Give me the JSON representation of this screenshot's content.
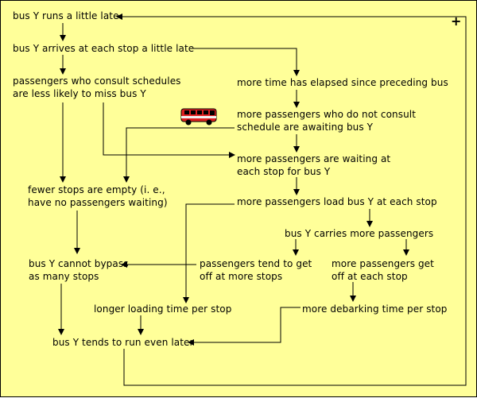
{
  "loop_sign": "+",
  "nodes": {
    "n1": "bus Y runs a little late",
    "n2": "bus Y arrives at each stop a little late",
    "n3a": "passengers who consult schedules",
    "n3b": "are  less  likely to miss bus Y",
    "n4": "more time has elapsed since preceding bus",
    "n5a": "more  passengers who do not consult",
    "n5b": "schedule are awaiting bus Y",
    "n6a": "more passengers are waiting at",
    "n6b": "each stop for bus  Y",
    "n7a": "fewer stops are empty  (i. e.,",
    "n7b": "have  no passengers waiting)",
    "n8": "more passengers load bus Y at each stop",
    "n9": "bus Y carries  more  passengers",
    "n10a": "bus Y cannot bypass",
    "n10b": "as many stops",
    "n11a": "passengers tend to get",
    "n11b": "off at more stops",
    "n12a": "more passengers get",
    "n12b": "off at each stop",
    "n13": "longer  loading time per stop",
    "n14": "more debarking time per stop",
    "n15": "bus Y tends to run even  later"
  },
  "icons": {
    "bus": "bus-icon"
  },
  "colors": {
    "background": "#ffff99",
    "bus_body": "#e02020"
  }
}
